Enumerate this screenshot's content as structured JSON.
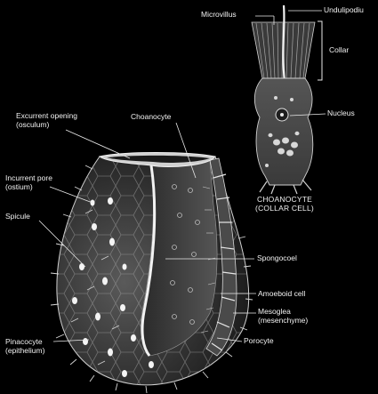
{
  "labels": {
    "microvillus": "Microvillus",
    "undulipodium": "Undulipodiu",
    "collar": "Collar",
    "nucleus": "Nucleus",
    "choanocyte_caption_1": "CHOANOCYTE",
    "choanocyte_caption_2": "(COLLAR CELL)",
    "excurrent_1": "Excurrent opening",
    "excurrent_2": "(osculum)",
    "choanocyte": "Choanocyte",
    "incurrent_1": "Incurrent pore",
    "incurrent_2": "(ostium)",
    "spicule": "Spicule",
    "spongocoel": "Spongocoel",
    "amoeboid": "Amoeboid cell",
    "mesoglea_1": "Mesoglea",
    "mesoglea_2": "(mesenchyme)",
    "pinacocyte_1": "Pinacocyte",
    "pinacocyte_2": "(epithelium)",
    "porocyte": "Porocyte"
  },
  "colors": {
    "background": "#000000",
    "body_fill": "#3a3a3a",
    "line": "#e8e8e8"
  }
}
